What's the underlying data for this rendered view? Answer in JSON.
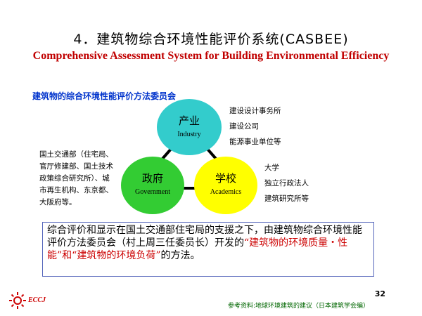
{
  "title": "4．建筑物综合环境性能评价系统(CASBEE)",
  "subtitle": "Comprehensive Assessment System for Building Environmental Efficiency",
  "committee_label": "建筑物的综合环境性能评价方法委员会",
  "nodes": {
    "industry": {
      "zh": "产业",
      "en": "Industry",
      "color": "#33cccc"
    },
    "government": {
      "zh": "政府",
      "en": "Government",
      "color": "#33cc33"
    },
    "academics": {
      "zh": "学校",
      "en": "Academics",
      "color": "#ffff00"
    }
  },
  "industry_members": [
    "建设设计事务所",
    "建设公司",
    "能源事业单位等"
  ],
  "academics_members": [
    "大学",
    "独立行政法人",
    "建筑研究所等"
  ],
  "government_desc": "国土交通部（住宅局、官厅修建部、国土技术政策综合研究所）、城市再生机构、东京都、大阪府等。",
  "summary": {
    "part1": "综合评价和显示在国土交通部住宅局的支援之下，由建筑物综合环境性能评价方法委员会（村上周三任委员长）开发的",
    "highlight": "“建筑物的环境质量・性能”和“建筑物的环境负荷”",
    "part2": "的方法。"
  },
  "page_number": "32",
  "source": "参考资料:地球环境建筑的建议（日本建筑学会编）",
  "logo_text": "ECCJ",
  "colors": {
    "title_red": "#c00000",
    "committee_blue": "#0033cc",
    "source_green": "#006600"
  }
}
